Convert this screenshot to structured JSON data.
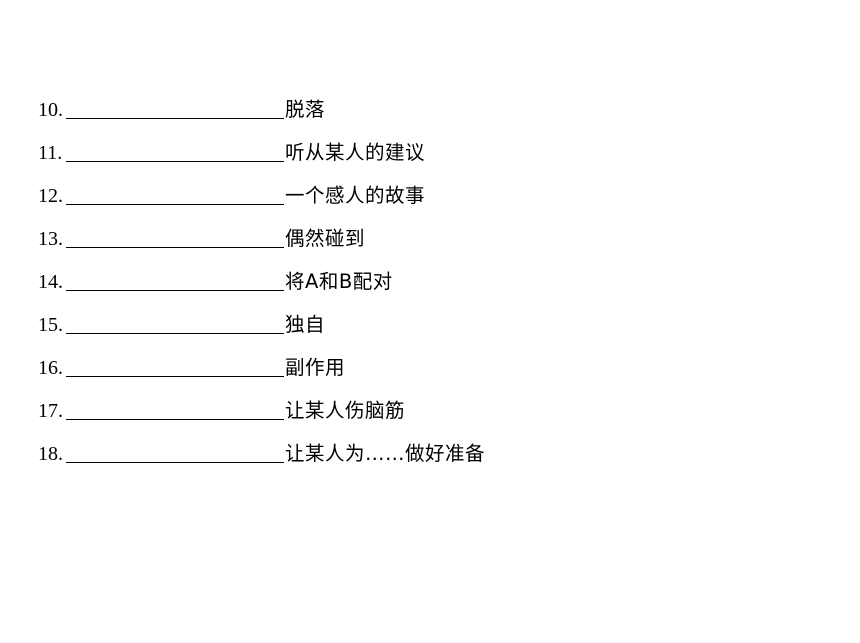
{
  "exercise": {
    "items": [
      {
        "number": "10.",
        "meaning": "脱落"
      },
      {
        "number": "11.",
        "meaning": "听从某人的建议"
      },
      {
        "number": "12.",
        "meaning": "一个感人的故事"
      },
      {
        "number": "13.",
        "meaning": "偶然碰到"
      },
      {
        "number": "14.",
        "meaning": "将A和B配对"
      },
      {
        "number": "15.",
        "meaning": "独自"
      },
      {
        "number": "16.",
        "meaning": "副作用"
      },
      {
        "number": "17.",
        "meaning": "让某人伤脑筋"
      },
      {
        "number": "18.",
        "meaning": "让某人为……做好准备"
      }
    ]
  }
}
